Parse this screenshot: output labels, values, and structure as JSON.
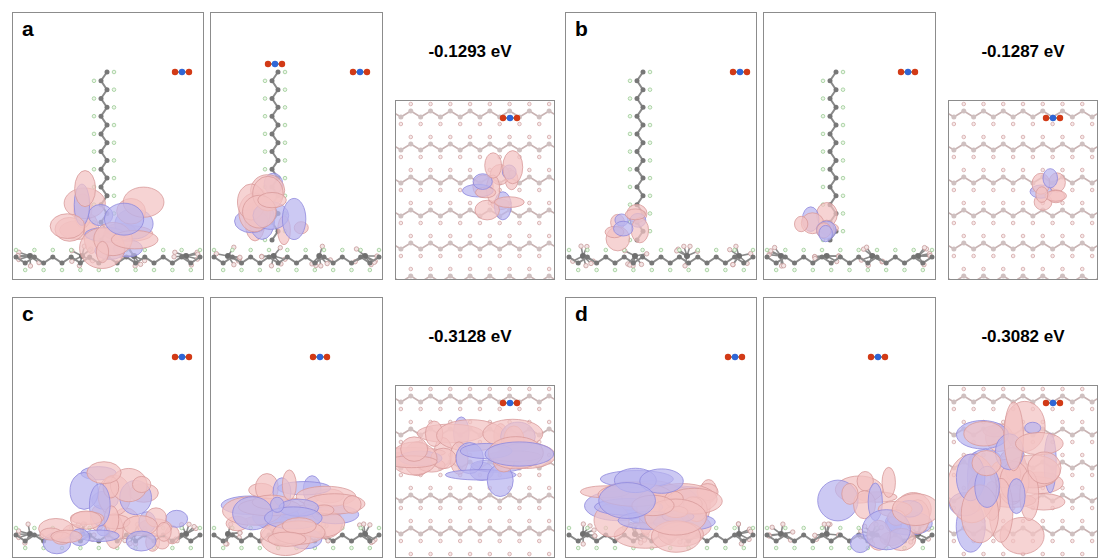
{
  "diagram": {
    "labels": [
      "a",
      "-0.1293 eV",
      "b",
      "-0.1287 eV",
      "c",
      "-0.3128 eV",
      "d",
      "-0.3082 eV"
    ]
  }
}
